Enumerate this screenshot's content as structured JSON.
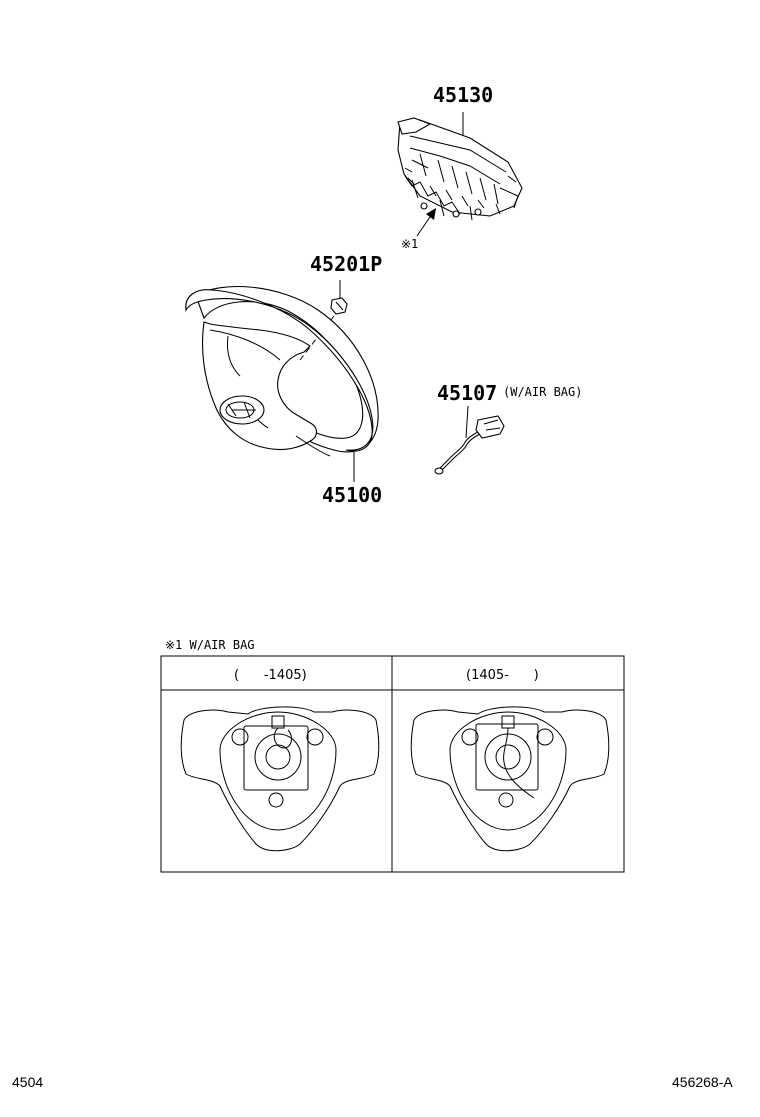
{
  "parts": {
    "horn_pad": "45130",
    "nut": "45201P",
    "wheel": "45100",
    "wire": "45107",
    "wire_note": "(W/AIR BAG)",
    "ref_mark": "※1"
  },
  "detail": {
    "title": "※1 W/AIR BAG",
    "col_left": "(      -1405)",
    "col_right": "(1405-      )"
  },
  "footer": {
    "left": "4504",
    "right": "456268-A"
  }
}
